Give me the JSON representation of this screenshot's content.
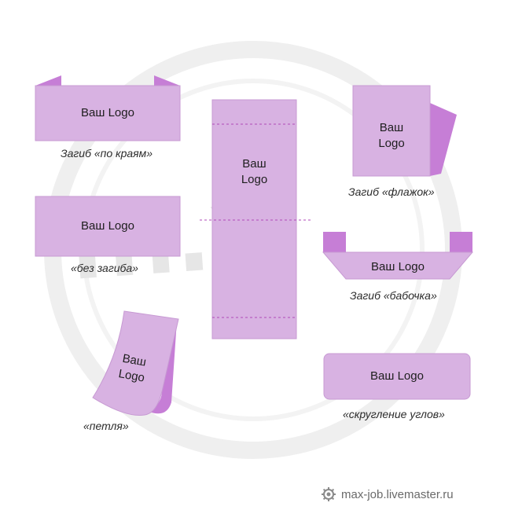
{
  "watermark": {
    "text": "m.x"
  },
  "labels": {
    "fold_edges": "Загиб «по краям»",
    "no_fold": "«без загиба»",
    "loop": "«петля»",
    "flag": "Загиб «флажок»",
    "butterfly": "Загиб «бабочка»",
    "rounded": "«скругление углов»"
  },
  "logo_text": {
    "one_line": "Ваш Logo",
    "line1": "Ваш",
    "line2": "Logo"
  },
  "footer": {
    "text": "max-job.livemaster.ru",
    "icon": "gear-icon"
  },
  "colors": {
    "label_fill": "#d8b2e2",
    "fold_fill": "#c67ed6",
    "label_stroke": "#c79ad3",
    "dashed_line": "#b04ab8",
    "watermark": "#ececec"
  }
}
